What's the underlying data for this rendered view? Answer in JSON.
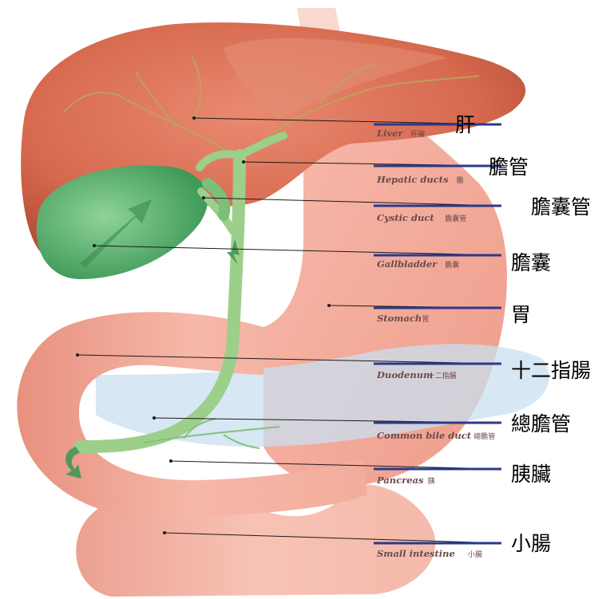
{
  "diagram": {
    "labels": [
      {
        "id": "liver",
        "zh": "肝",
        "en": "Liver",
        "en_small": "肝臟"
      },
      {
        "id": "hepatic-ducts",
        "zh": "膽管",
        "en": "Hepatic ducts",
        "en_small": "膽"
      },
      {
        "id": "cystic-duct",
        "zh": "膽囊管",
        "en": "Cystic duct",
        "en_small": "膽囊管"
      },
      {
        "id": "gallbladder",
        "zh": "膽囊",
        "en": "Gallbladder",
        "en_small": "膽囊"
      },
      {
        "id": "stomach",
        "zh": "胃",
        "en": "Stomach",
        "en_small": "胃"
      },
      {
        "id": "duodenum",
        "zh": "十二指腸",
        "en": "Duodenum",
        "en_small": "十二指腸"
      },
      {
        "id": "common-bile-duct",
        "zh": "總膽管",
        "en": "Common bile duct",
        "en_small": "總膽管"
      },
      {
        "id": "pancreas",
        "zh": "胰臟",
        "en": "Pancreas",
        "en_small": "胰"
      },
      {
        "id": "small-intestine",
        "zh": "小腸",
        "en": "Small intestine",
        "en_small": "小腸"
      }
    ],
    "colors": {
      "liver": "#d9755c",
      "liver_dark": "#b3503a",
      "gallbladder": "#6fbf7a",
      "duct": "#9ccf8a",
      "stomach": "#f4aa9a",
      "intestine": "#f2b3a3",
      "pancreas": "#c9dff0",
      "leader": "#1a1a1a",
      "rule": "#2a3a8a"
    }
  }
}
